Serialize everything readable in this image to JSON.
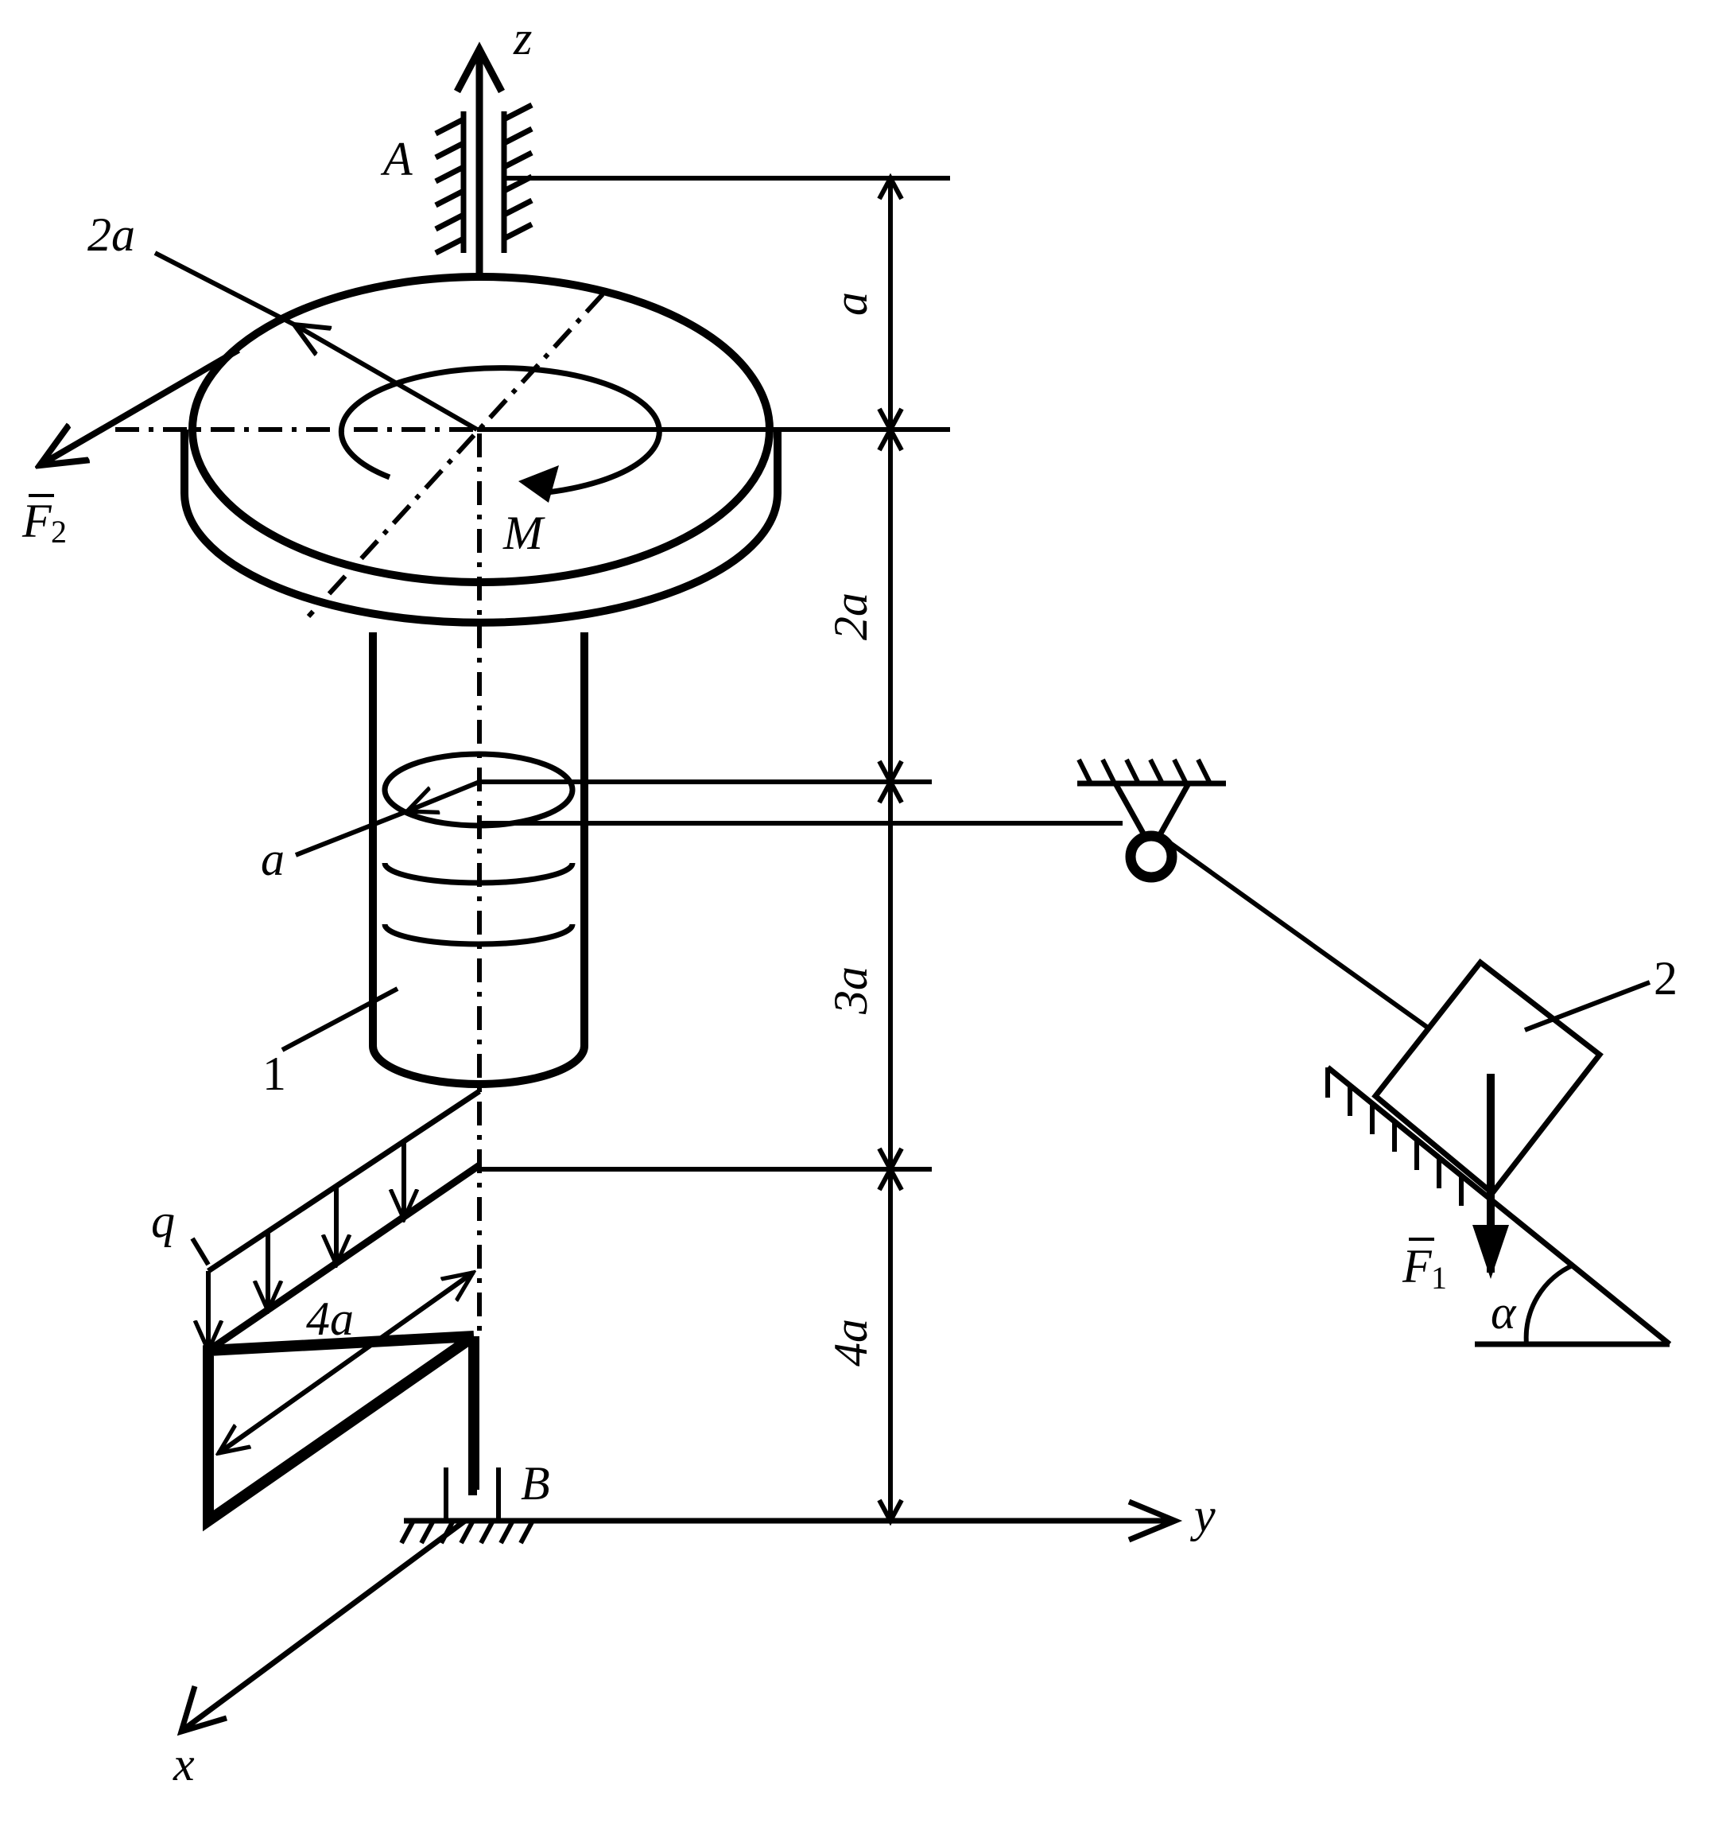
{
  "axes": {
    "z": "z",
    "y": "y",
    "x": "x"
  },
  "supports": {
    "top": "A",
    "bottom": "B"
  },
  "forces": {
    "f1": {
      "letter": "F",
      "index": "1"
    },
    "f2": {
      "letter": "F",
      "index": "2"
    },
    "moment": "M",
    "distributed": "q",
    "angle": "α"
  },
  "dimensions": {
    "disk_radius": "2a",
    "drum_radius": "a",
    "seg_top": "a",
    "seg_disk_drum": "2a",
    "seg_drum_bottom": "3a",
    "seg_lower": "4a",
    "frame_length": "4a"
  },
  "bodies": {
    "shaft": "1",
    "block": "2"
  }
}
